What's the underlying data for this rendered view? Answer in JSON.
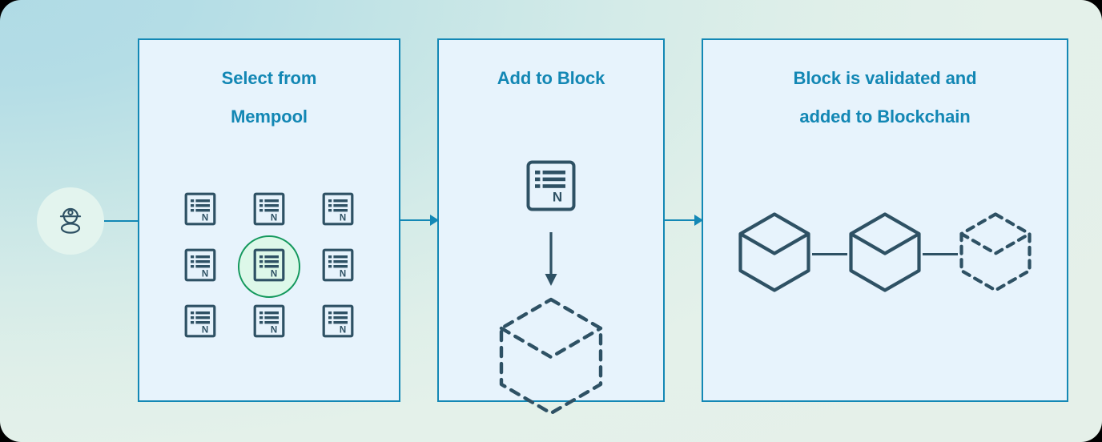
{
  "diagram": {
    "title": "Blockchain mining process flow",
    "background": {
      "gradient_from": "#b0dbe5",
      "gradient_to": "#e5f0e9",
      "corner_radius": "26px"
    },
    "colors": {
      "panel_fill": "#e7f3fc",
      "panel_border": "#1388b5",
      "title_text": "#1387b4",
      "icon_navy": "#2e5164",
      "highlight_green_stroke": "#13985c",
      "highlight_green_fill": "#ddf8e9",
      "avatar_fill": "#e3f4ee",
      "arrow_teal": "#1388b5"
    },
    "actor": {
      "name": "miner",
      "icon": "miner-helmet-person-icon"
    },
    "connectors": [
      {
        "name": "miner-to-mempool",
        "kind": "line",
        "direction": "right"
      },
      {
        "name": "mempool-to-block",
        "kind": "arrow",
        "direction": "right"
      },
      {
        "name": "block-to-blockchain",
        "kind": "arrow",
        "direction": "right"
      }
    ],
    "panels": [
      {
        "id": "select-from-mempool",
        "title_lines": [
          "Select from",
          "Mempool"
        ],
        "content_type": "transaction-grid",
        "grid": {
          "rows": 3,
          "columns": 3,
          "total_transactions": 9,
          "selected_index": 4,
          "item_icon": "transaction-document-icon",
          "selected_highlight": "green-circle"
        }
      },
      {
        "id": "add-to-block",
        "title_lines": [
          "Add to Block"
        ],
        "content_type": "transaction-into-block",
        "items": [
          {
            "name": "transaction-icon",
            "icon": "transaction-document-icon"
          },
          {
            "name": "down-arrow",
            "icon": "arrow-down-icon"
          },
          {
            "name": "pending-block",
            "icon": "dashed-cube-icon"
          }
        ]
      },
      {
        "id": "block-validated-added",
        "title_lines": [
          "Block is validated and",
          "added to Blockchain"
        ],
        "content_type": "blockchain",
        "nodes": [
          {
            "name": "block-1",
            "style": "solid"
          },
          {
            "name": "block-2",
            "style": "solid"
          },
          {
            "name": "block-3-pending",
            "style": "dashed"
          }
        ],
        "links": 2
      }
    ]
  }
}
